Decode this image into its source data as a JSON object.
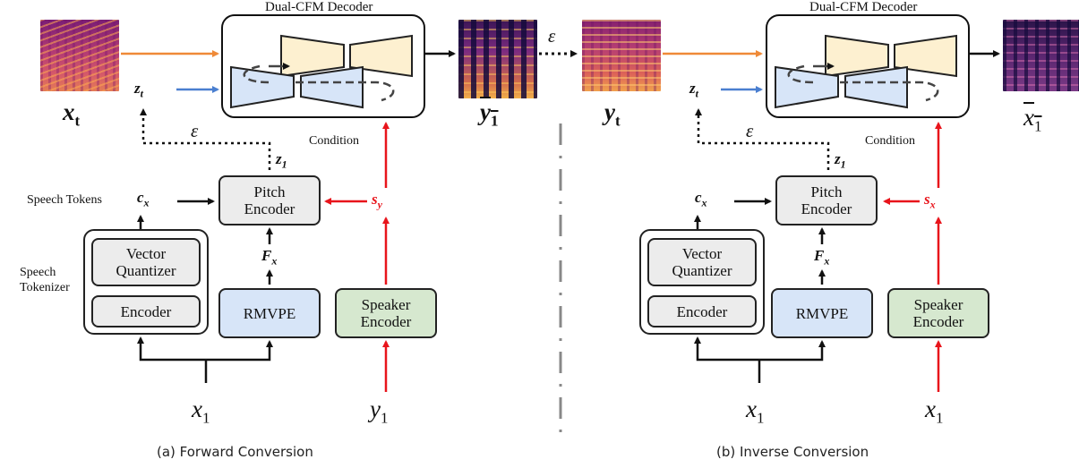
{
  "colors": {
    "arrow": "#111111",
    "red": "#e8141b",
    "orange": "#ef8a38",
    "blue": "#4a7fd0",
    "grey_box": "#ececec",
    "blue_box": "#d7e5f8",
    "green_box": "#d6e8cf",
    "decoder_upper": "#fdf0d0",
    "decoder_lower": "#d7e5f8",
    "divider": "#888888"
  },
  "forward": {
    "decoder_title": "Dual-CFM Decoder",
    "input_spec_label": "x",
    "input_spec_sub": "t",
    "noise_label": "z",
    "noise_sub": "t",
    "output_label": "y",
    "output_sub": "1",
    "epsilon_top": "ε",
    "epsilon_left": "ε",
    "z1_label": "z",
    "z1_sub": "1",
    "condition": "Condition",
    "speech_tokens_label": "Speech Tokens",
    "cx_label": "c",
    "cx_sub": "x",
    "pitch_encoder": [
      "Pitch",
      "Encoder"
    ],
    "style_label": "s",
    "style_sub": "y",
    "fx_label": "F",
    "fx_sub": "x",
    "tokenizer_label": [
      "Speech",
      "Tokenizer"
    ],
    "vq": [
      "Vector",
      "Quantizer"
    ],
    "encoder": "Encoder",
    "rmvpe": "RMVPE",
    "speaker_encoder": [
      "Speaker",
      "Encoder"
    ],
    "source_label": "x",
    "source_sub": "1",
    "target_label": "y",
    "target_sub": "1",
    "caption": "(a) Forward Conversion"
  },
  "inverse": {
    "decoder_title": "Dual-CFM Decoder",
    "input_spec_label": "y",
    "input_spec_sub": "t",
    "noise_label": "z",
    "noise_sub": "t",
    "output_label": "x",
    "output_sub": "1",
    "epsilon_left": "ε",
    "z1_label": "z",
    "z1_sub": "1",
    "condition": "Condition",
    "cx_label": "c",
    "cx_sub": "x",
    "pitch_encoder": [
      "Pitch",
      "Encoder"
    ],
    "style_label": "s",
    "style_sub": "x",
    "fx_label": "F",
    "fx_sub": "x",
    "vq": [
      "Vector",
      "Quantizer"
    ],
    "encoder": "Encoder",
    "rmvpe": "RMVPE",
    "speaker_encoder": [
      "Speaker",
      "Encoder"
    ],
    "source_label": "x",
    "source_sub": "1",
    "target_label": "x",
    "target_sub": "1",
    "caption": "(b) Inverse Conversion"
  }
}
